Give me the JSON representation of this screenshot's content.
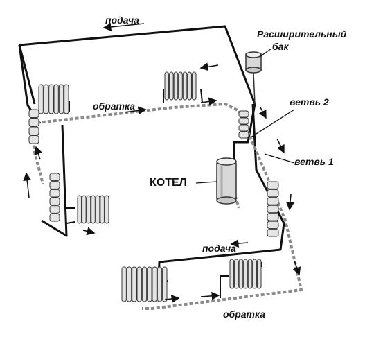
{
  "labels": {
    "supply_top": "подача",
    "return_top": "обратка",
    "expansion_tank": [
      "Расширительный",
      "бак"
    ],
    "branch_2": "ветвь 2",
    "branch_1": "ветвь 1",
    "boiler": "КОТЕЛ",
    "supply_bottom": "подача",
    "return_bottom": "обратка"
  },
  "colors": {
    "supply_pipe": "#111111",
    "return_pipe": "#8a8a8a",
    "radiator_fill": "#e4e4e4",
    "radiator_stroke": "#333333",
    "boiler_fill": "#d8d8d8",
    "background": "#ffffff"
  }
}
